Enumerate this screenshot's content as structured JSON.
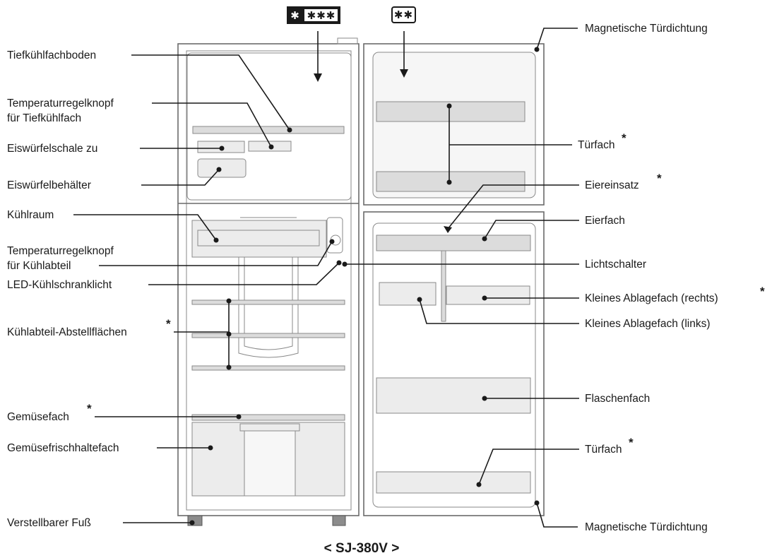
{
  "model": "< SJ-380V >",
  "badges": {
    "freezer": "✱✱✱✱",
    "door": "✱✱"
  },
  "labels": {
    "tiefkuehlfachboden": "Tiefkühlfachboden",
    "temp_knopf_tiefkuehl_1": "Temperaturregelknopf",
    "temp_knopf_tiefkuehl_2": "für Tiefkühlfach",
    "eiswuerfelschale": "Eiswürfelschale zu",
    "eiswuerfelbehaelter": "Eiswürfelbehälter",
    "kuehlraum": "Kühlraum",
    "temp_knopf_kuehl_1": "Temperaturregelknopf",
    "temp_knopf_kuehl_2": "für Kühlabteil",
    "led_licht": "LED-Kühlschranklicht",
    "abstellflaechen": "Kühlabteil-Abstellflächen",
    "gemuesefach": "Gemüsefach",
    "gemuesefrischhaltefach": "Gemüsefrischhaltefach",
    "fuss": "Verstellbarer Fuß",
    "tuerdichtung_oben": "Magnetische Türdichtung",
    "tuerfach_oben": "Türfach",
    "eiereinsatz": "Eiereinsatz",
    "eierfach": "Eierfach",
    "lichtschalter": "Lichtschalter",
    "ablagefach_rechts": "Kleines Ablagefach (rechts)",
    "ablagefach_links": "Kleines Ablagefach (links)",
    "flaschenfach": "Flaschenfach",
    "tuerfach_unten": "Türfach",
    "tuerdichtung_unten": "Magnetische Türdichtung"
  },
  "asterisk": "*"
}
